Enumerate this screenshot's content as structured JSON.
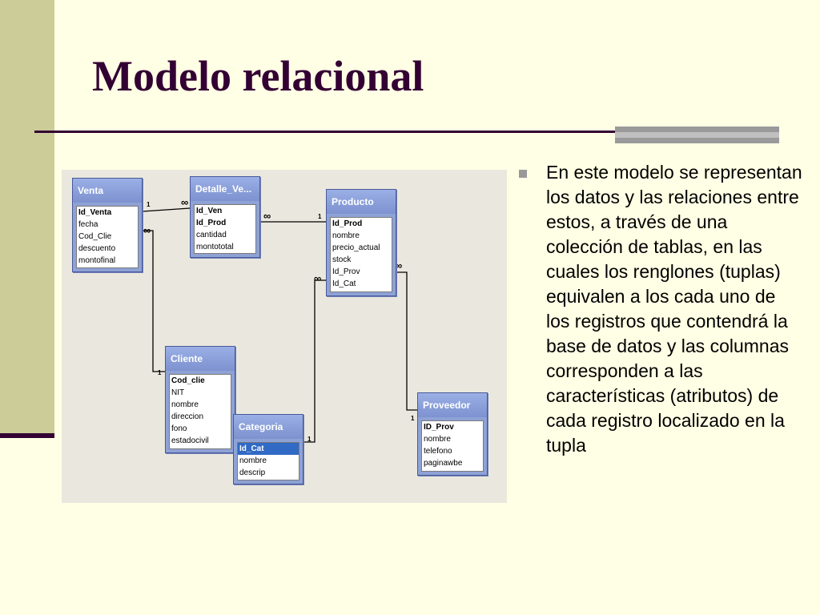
{
  "slide": {
    "title": "Modelo relacional",
    "bullet_text": "En este modelo se representan los datos y las relaciones entre estos, a través de una colección de tablas, en las cuales los renglones (tuplas) equivalen a los cada uno de los registros que contendrá la base de datos y las columnas corresponden a las características (atributos) de cada registro localizado en la tupla"
  },
  "diagram": {
    "tables": [
      {
        "name": "Venta",
        "fields": [
          "Id_Venta",
          "fecha",
          "Cod_Clie",
          "descuento",
          "montofinal"
        ]
      },
      {
        "name": "Detalle_Ve...",
        "fields": [
          "Id_Ven",
          "Id_Prod",
          "cantidad",
          "montototal"
        ]
      },
      {
        "name": "Producto",
        "fields": [
          "Id_Prod",
          "nombre",
          "precio_actual",
          "stock",
          "Id_Prov",
          "Id_Cat"
        ]
      },
      {
        "name": "Cliente",
        "fields": [
          "Cod_clie",
          "NIT",
          "nombre",
          "direccion",
          "fono",
          "estadocivil"
        ]
      },
      {
        "name": "Categoria",
        "fields": [
          "Id_Cat",
          "nombre",
          "descrip"
        ]
      },
      {
        "name": "Proveedor",
        "fields": [
          "ID_Prov",
          "nombre",
          "telefono",
          "paginawbe"
        ]
      }
    ],
    "relationship_labels": {
      "one": "1",
      "many": "∞"
    }
  }
}
